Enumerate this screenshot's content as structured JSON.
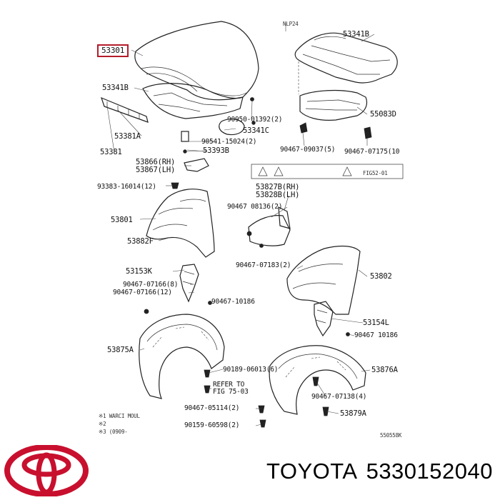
{
  "diagram": {
    "header_note": "NLP24",
    "highlighted_part": "53301",
    "labels": [
      "53341B",
      "53381A",
      "53381",
      "90950-01392(2)",
      "53341C",
      "90541-15024(2)",
      "53393B",
      "53866(RH)",
      "53867(LH)",
      "53341B",
      "55083D",
      "90467-09037(5)",
      "90467-07175(10",
      "93383-16014(12)",
      "53827B(RH)",
      "53828B(LH)",
      "90467 08136(2)",
      "53801",
      "53882F",
      "90467-07183(2)",
      "53802",
      "53153K",
      "90467-07166(8)",
      "90467-07166(12)",
      "90467-10186",
      "53154L",
      "90467 10186",
      "53875A",
      "90189-06013(6)",
      "53876A",
      "REFER TO",
      "FIG 75-03",
      "90467-07138(4)",
      "90467-05114(2)",
      "53879A",
      "90159-60598(2)",
      "550558K"
    ],
    "caution_note": "FIG52-01",
    "legend_lines": [
      "※1 WARCI MOUL",
      "※2 ",
      "※3 (0909-"
    ]
  },
  "brand": {
    "logo_icon": "toyota-logo-icon",
    "logo_color": "#c8102e",
    "name": "TOYOTA",
    "part_number": "5330152040"
  }
}
